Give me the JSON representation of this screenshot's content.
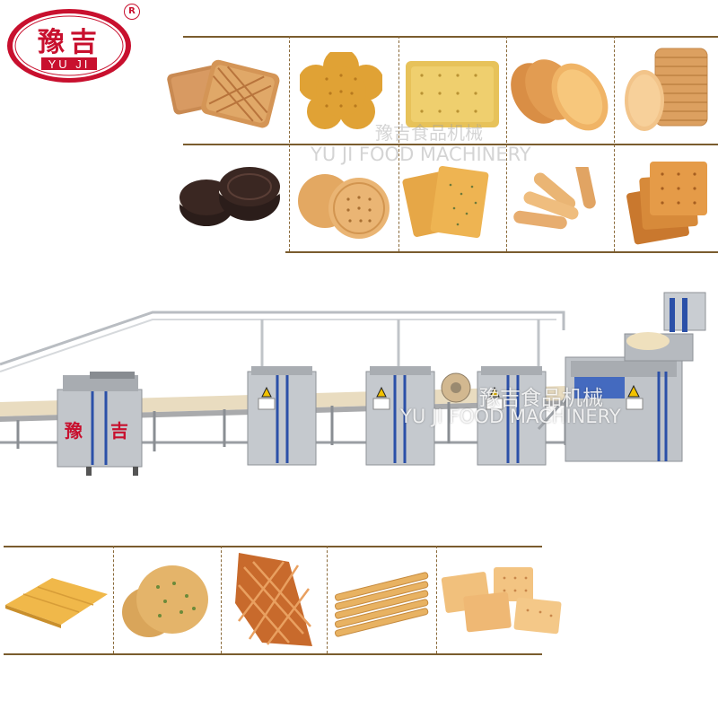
{
  "brand": {
    "logo_text_cn": "豫吉",
    "logo_text_en": "YU JI",
    "registered_mark": "R",
    "colors": {
      "red": "#c8102e",
      "white": "#ffffff"
    }
  },
  "watermark": {
    "cn": "豫吉食品机械",
    "en": "YU JI FOOD MACHINERY",
    "letters": "JI"
  },
  "machine": {
    "front_label": "豫 吉",
    "warning_icon": "warning-triangle-icon"
  },
  "gallery_top": [
    {
      "name": "lattice-biscuit"
    },
    {
      "name": "flower-cracker"
    },
    {
      "name": "square-soda-cracker"
    },
    {
      "name": "oval-thin-biscuit"
    },
    {
      "name": "round-biscuit-stack"
    },
    {
      "name": "sandwich-cookie"
    },
    {
      "name": "round-docked-biscuit"
    },
    {
      "name": "herb-cracker"
    },
    {
      "name": "finger-biscuit"
    },
    {
      "name": "square-cracker-stack"
    }
  ],
  "gallery_bottom": [
    {
      "name": "cheese-cracker-slices"
    },
    {
      "name": "seaweed-rice-cracker"
    },
    {
      "name": "lattice-crisps"
    },
    {
      "name": "breadsticks"
    },
    {
      "name": "square-crackers"
    }
  ]
}
